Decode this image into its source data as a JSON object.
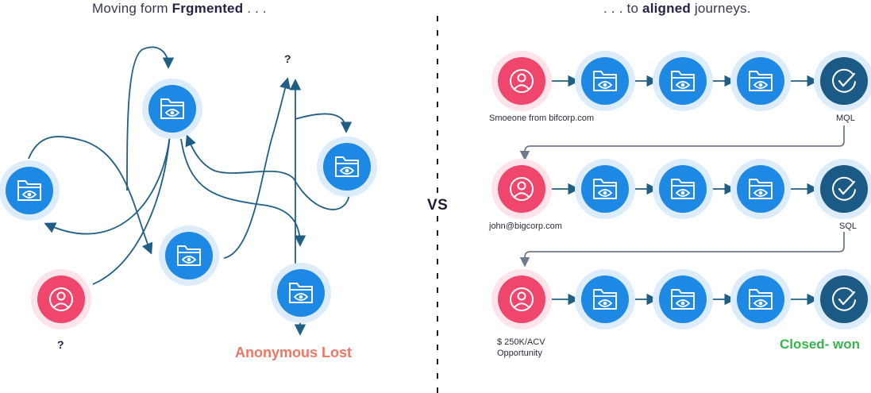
{
  "left_header": {
    "prefix": "Moving form ",
    "bold": "Frgmented",
    "suffix": " . . ."
  },
  "right_header": {
    "prefix": ". . . to ",
    "bold": "aligned",
    "suffix": " journeys."
  },
  "vs_label": "VS",
  "question_mark_top": "?",
  "question_mark_bottom": "?",
  "anonymous_lost": "Anonymous Lost",
  "row1_caption": "Smoeone from bifcorp.com",
  "row1_end_label": "MQL",
  "row2_caption": "john@bigcorp.com",
  "row2_end_label": "SQL",
  "row3_caption_line1": "$ 250K/ACV",
  "row3_caption_line2": "Opportunity",
  "closed_won": "Closed- won",
  "colors": {
    "person_red": "#f0466b",
    "person_halo": "#fde3ea",
    "node_blue": "#1e88e5",
    "node_halo": "#dcecfb",
    "check_navy": "#1a5a85",
    "arrow_navy": "#1f5f86",
    "connector_grey": "#6f7b8c",
    "lost_coral": "#ee7664",
    "won_green": "#35b54a"
  },
  "icons": {
    "person": "person-icon",
    "document_eye": "folder-eye-icon",
    "check": "check-circle-icon"
  }
}
